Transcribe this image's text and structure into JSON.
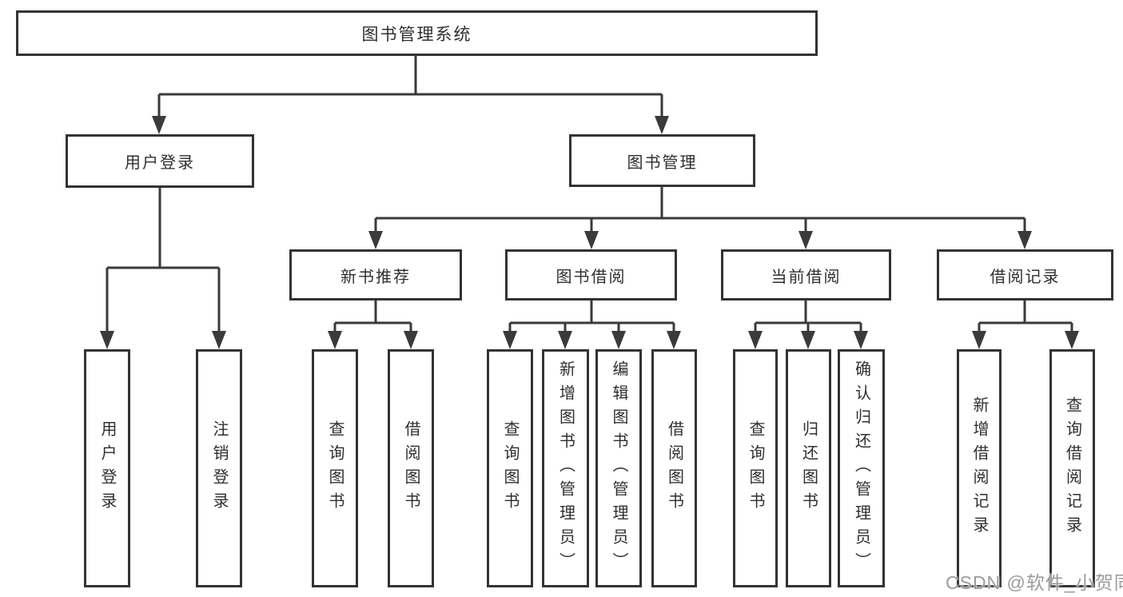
{
  "diagram": {
    "title": "图书管理系统",
    "nodes": {
      "root": "图书管理系统",
      "user_login": "用户登录",
      "book_mgmt": "图书管理",
      "new_book_rec": "新书推荐",
      "book_borrow": "图书借阅",
      "current_borrow": "当前借阅",
      "borrow_record": "借阅记录",
      "login_children": [
        "用户登录",
        "注销登录"
      ],
      "rec_children": [
        "查询图书",
        "借阅图书"
      ],
      "borrow_children": [
        "查询图书",
        "新增图书（管理员）",
        "编辑图书（管理员）",
        "借阅图书"
      ],
      "current_children": [
        "查询图书",
        "归还图书",
        "确认归还（管理员）"
      ],
      "record_children": [
        "新增借阅记录",
        "查询借阅记录"
      ]
    }
  },
  "watermark": "CSDN @软件_小贺同学",
  "colors": {
    "line": "#3a3a3a",
    "box_border": "#333333",
    "box_fill": "#ffffff",
    "text": "#2f2f2f",
    "watermark": "#9b9b9b"
  }
}
